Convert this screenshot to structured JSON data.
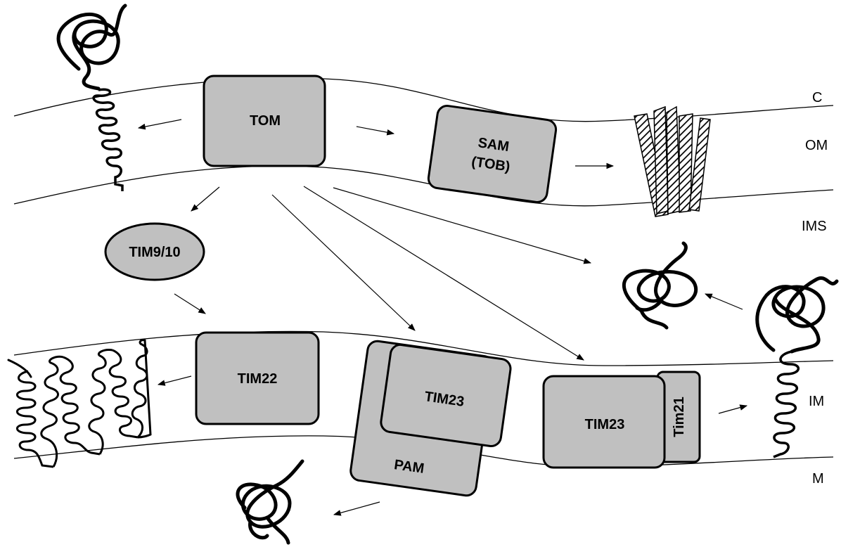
{
  "complexes": {
    "tom": "TOM",
    "sam_line1": "SAM",
    "sam_line2": "(TOB)",
    "tim910": "TIM9/10",
    "tim22": "TIM22",
    "tim23_pam": "TIM23",
    "pam": "PAM",
    "tim23": "TIM23",
    "tim21": "Tim21"
  },
  "compartments": {
    "c": "C",
    "om": "OM",
    "ims": "IMS",
    "im": "IM",
    "m": "M"
  },
  "colors": {
    "complex_fill": "#c0c0c0",
    "outline": "#000000",
    "background": "#ffffff"
  }
}
